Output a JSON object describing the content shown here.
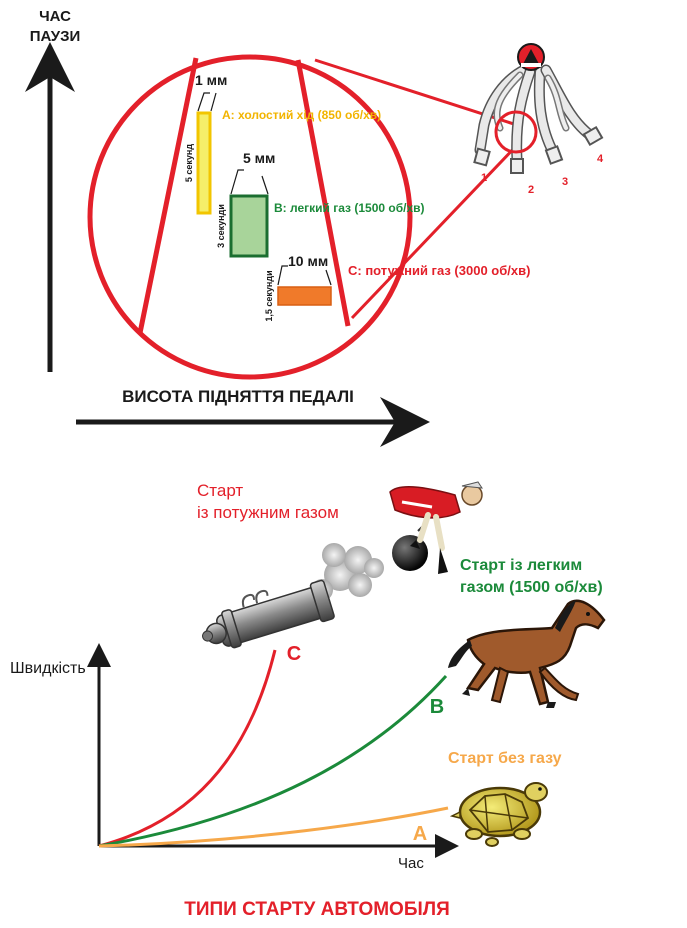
{
  "colors": {
    "red": "#e3202a",
    "yellow": "#f2c500",
    "green": "#1b8a3a",
    "orange": "#f07a2a",
    "light_orange": "#f6a84a",
    "black": "#1a1a1a"
  },
  "top": {
    "y_axis_label_1": "ЧАС",
    "y_axis_label_2": "ПАУЗИ",
    "x_axis_label": "ВИСОТА ПІДНЯТТЯ ПЕДАЛІ",
    "bars": {
      "a": {
        "size": "1 мм",
        "time": "5 секунд",
        "label": "A: холостий хід (850 об/хв)"
      },
      "b": {
        "size": "5 мм",
        "time": "3 секунди",
        "label": "B: легкий газ (1500 об/хв)"
      },
      "c": {
        "size": "10 мм",
        "time": "1,5 секунди",
        "label": "C: потужний газ (3000 об/хв)"
      }
    },
    "manifold_numbers": [
      "1",
      "2",
      "3",
      "4"
    ]
  },
  "bottom": {
    "label_c_1": "Старт",
    "label_c_2": "із потужним газом",
    "label_b_1": "Старт із легким",
    "label_b_2": "газом (1500 об/хв)",
    "label_a": "Старт без газу",
    "y_axis": "Швидкість",
    "x_axis": "Час",
    "curve_letters": {
      "c": "C",
      "b": "B",
      "a": "A"
    },
    "title": "ТИПИ СТАРТУ АВТОМОБІЛЯ"
  }
}
